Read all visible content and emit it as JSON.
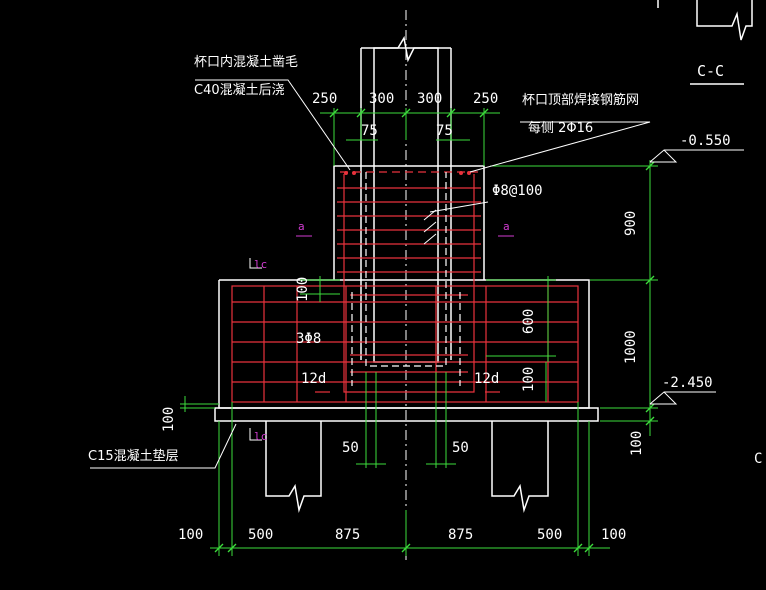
{
  "section_title": "C-C",
  "notes": {
    "cup_roughen": "杯口内混凝土凿毛",
    "c40_grout": "C40混凝土后浇",
    "rebar_mesh": "杯口顶部焊接钢筋网",
    "mesh_each_side": "每侧 2Φ16",
    "stirrup": "Φ8@100",
    "three_bars": "3Φ8",
    "bedding": "C15混凝土垫层"
  },
  "markers": {
    "a_left": "a",
    "a_right": "a",
    "lc_upper": "lc",
    "lc_lower": "lc",
    "edge_c": "C"
  },
  "elevations": {
    "top": "-0.550",
    "bottom": "-2.450"
  },
  "dims": {
    "top_250_left": "250",
    "top_300_left": "300",
    "top_300_right": "300",
    "top_250_right": "250",
    "top_75_left": "75",
    "top_75_right": "75",
    "right_900": "900",
    "right_1000": "1000",
    "right_100": "100",
    "inner_600": "600",
    "inner_100_right": "100",
    "left_100_upper": "100",
    "left_100_pad": "100",
    "anchor_12d_left": "12d",
    "anchor_12d_right": "12d",
    "gap_50_left": "50",
    "gap_50_right": "50",
    "bottom": [
      "100",
      "500",
      "875",
      "875",
      "500",
      "100"
    ]
  },
  "colors": {
    "background": "#000000",
    "concrete": "#ffffff",
    "rebar": "#e8323c",
    "dimension": "#3cdc3c",
    "marker": "#d23cd2",
    "text": "#ffffff"
  }
}
